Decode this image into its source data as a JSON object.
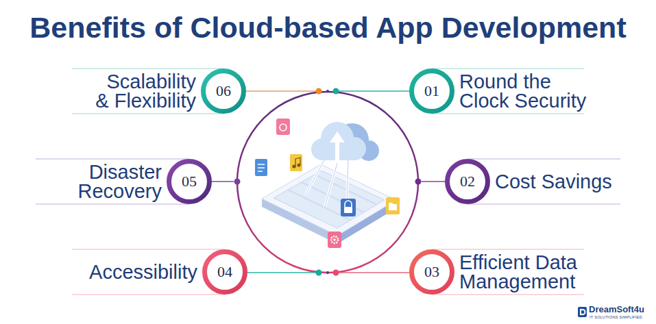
{
  "diagram": {
    "title": "Benefits of Cloud-based App Development",
    "nodes": [
      {
        "text": [
          "06",
          "Scalability & Flexibility"
        ]
      },
      {
        "text": [
          "01",
          "Round the Clock Security"
        ]
      },
      {
        "text": [
          "05",
          "Disaster Recovery"
        ]
      },
      {
        "text": [
          "02",
          "Cost Savings"
        ]
      },
      {
        "text": [
          "04",
          "Accessibility"
        ]
      },
      {
        "text": [
          "03",
          "Efficient Data Management"
        ]
      }
    ],
    "labels": [
      "DreamSoft4u",
      "IT SOLUTIONS SIMPLIFIED"
    ]
  }
}
